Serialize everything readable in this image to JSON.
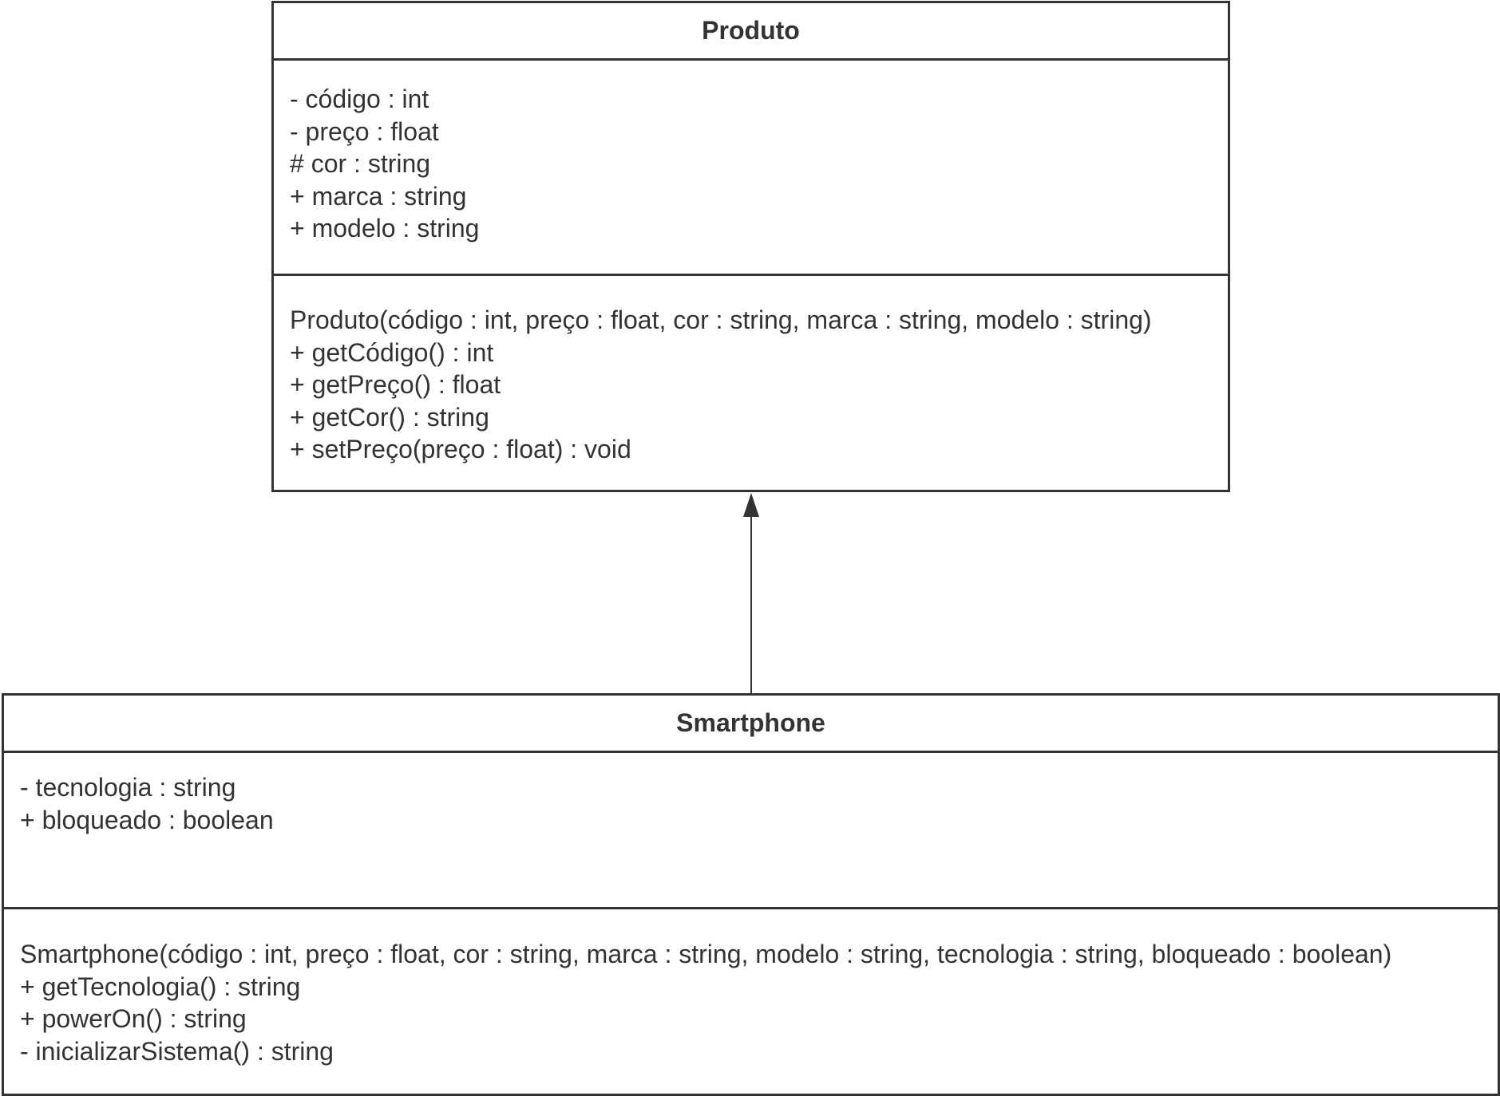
{
  "diagram": {
    "classes": [
      {
        "name": "Produto",
        "attributes": [
          "- código : int",
          "- preço : float",
          "# cor : string",
          "+ marca : string",
          "+ modelo : string"
        ],
        "operations": [
          "Produto(código : int, preço : float, cor : string, marca : string, modelo : string)",
          "+ getCódigo() : int",
          "+ getPreço() : float",
          "+ getCor() : string",
          "+ setPreço(preço : float) : void"
        ]
      },
      {
        "name": "Smartphone",
        "attributes": [
          "- tecnologia : string",
          "+ bloqueado : boolean"
        ],
        "operations": [
          "Smartphone(código : int, preço : float, cor : string, marca : string, modelo : string, tecnologia : string, bloqueado : boolean)",
          "+ getTecnologia() : string",
          "+ powerOn() : string",
          "- inicializarSistema() : string"
        ]
      }
    ],
    "relationships": [
      {
        "type": "generalization",
        "from": "Smartphone",
        "to": "Produto"
      }
    ],
    "colors": {
      "line": "#333333",
      "text": "#333333",
      "background": "#ffffff"
    }
  }
}
